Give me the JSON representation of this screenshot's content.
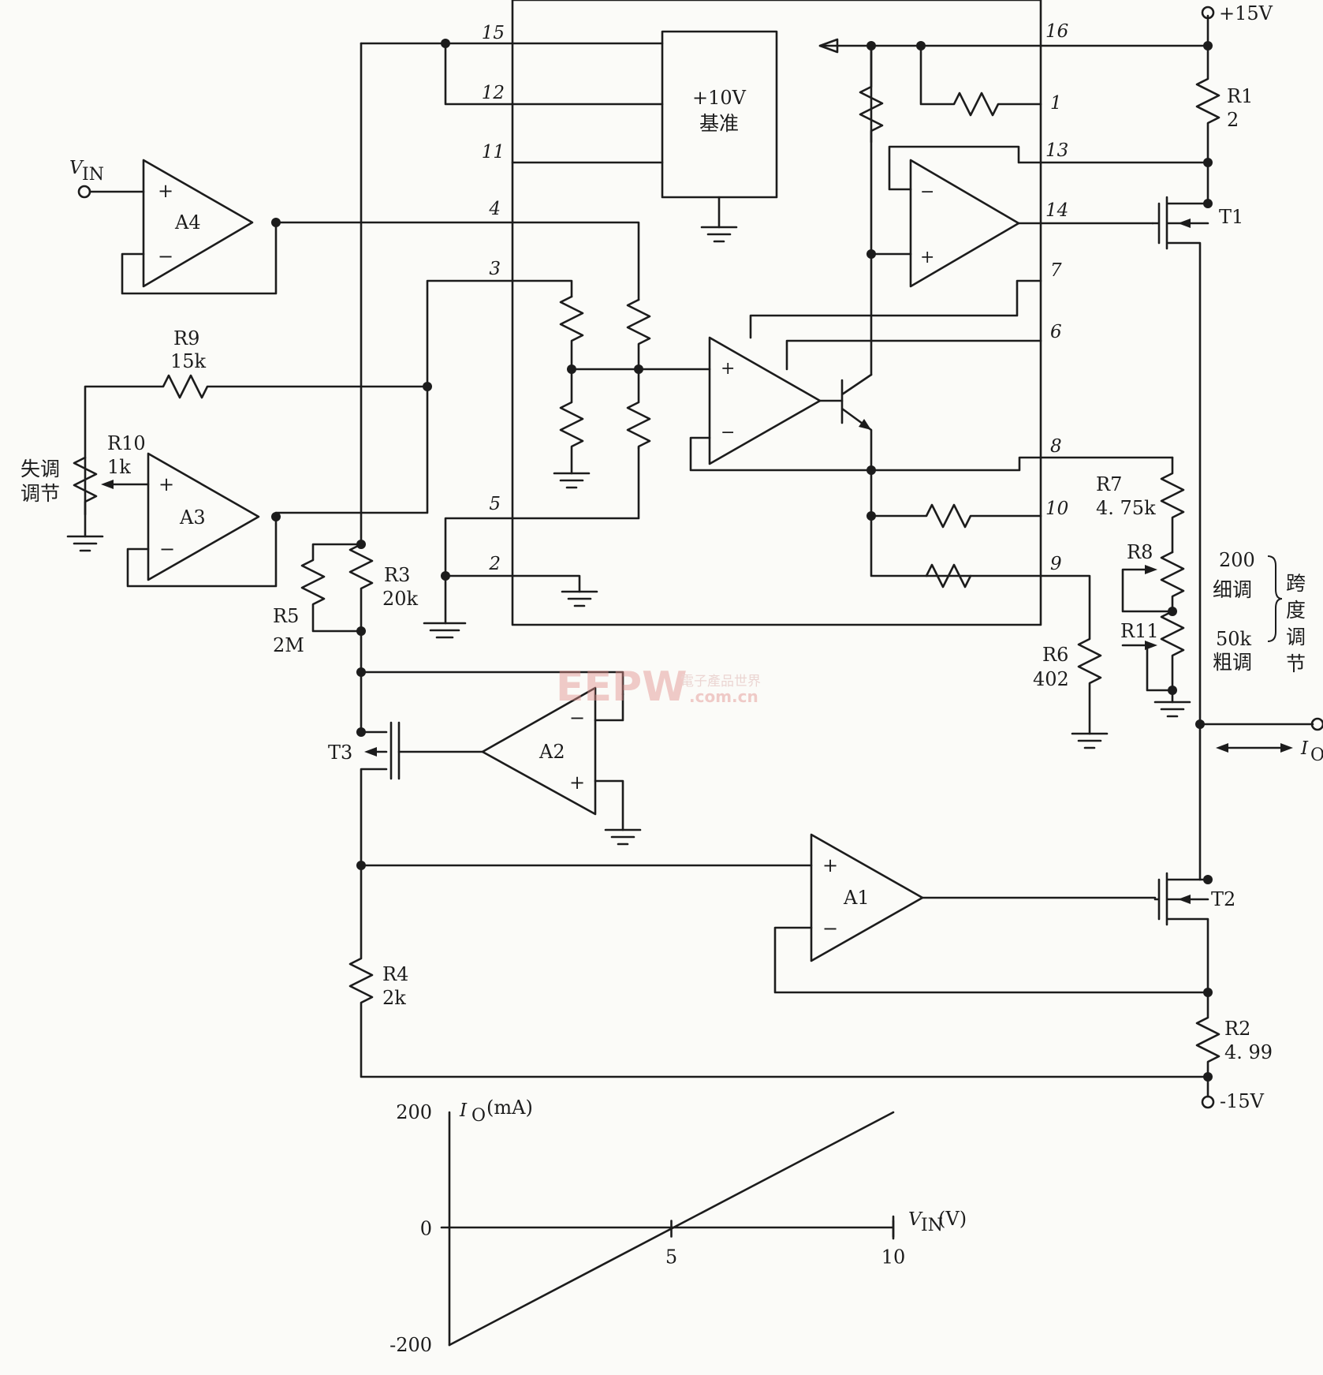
{
  "reference": {
    "line1": "+10V",
    "line2": "基准"
  },
  "pins": [
    "15",
    "12",
    "11",
    "4",
    "3",
    "5",
    "2",
    "16",
    "1",
    "13",
    "14",
    "7",
    "6",
    "8",
    "10",
    "9"
  ],
  "amps": {
    "a1": "A1",
    "a2": "A2",
    "a3": "A3",
    "a4": "A4"
  },
  "signs": {
    "plus": "+",
    "minus": "−"
  },
  "inputs": {
    "vin_v": "V",
    "vin_sub": "IN"
  },
  "components": {
    "r1": {
      "name": "R1",
      "value": "2"
    },
    "r2": {
      "name": "R2",
      "value": "4. 99"
    },
    "r3": {
      "name": "R3",
      "value": "20k"
    },
    "r4": {
      "name": "R4",
      "value": "2k"
    },
    "r5": {
      "name": "R5",
      "value": "2M"
    },
    "r6": {
      "name": "R6",
      "value": "402"
    },
    "r7": {
      "name": "R7",
      "value": "4. 75k"
    },
    "r8": {
      "name": "R8"
    },
    "r9": {
      "name": "R9",
      "value": "15k"
    },
    "r10": {
      "name": "R10",
      "value": "1k"
    },
    "r11": {
      "name": "R11"
    },
    "t1": "T1",
    "t2": "T2",
    "t3": "T3"
  },
  "supplies": {
    "pos": "+15V",
    "neg": "-15V"
  },
  "output": {
    "i": "I",
    "sub": "O"
  },
  "annotations": {
    "offset_1": "失调",
    "offset_2": "调节",
    "fine_val": "200",
    "fine": "细调",
    "coarse_val": "50k",
    "coarse": "粗调",
    "span_1": "跨",
    "span_2": "度",
    "span_3": "调",
    "span_4": "节"
  },
  "watermark": {
    "brand": "EEPW",
    "cn": "電子產品世界",
    "url": ".com.cn"
  },
  "chart_data": {
    "type": "line",
    "x": [
      0,
      10
    ],
    "y": [
      -200,
      200
    ],
    "xlim": [
      0,
      10
    ],
    "ylim": [
      -200,
      200
    ],
    "x_ticks": [
      "5",
      "10"
    ],
    "y_ticks": [
      "200",
      "0",
      "-200"
    ],
    "xlabel": {
      "var": "V",
      "sub": "IN",
      "unit": "(V)"
    },
    "ylabel": {
      "var": "I",
      "sub": "O",
      "unit": "(mA)"
    }
  }
}
